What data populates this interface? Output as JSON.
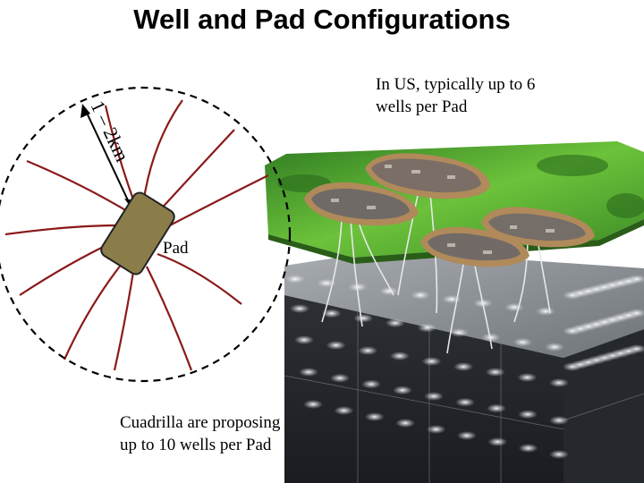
{
  "title": "Well and Pad Configurations",
  "notes": {
    "us_line1": "In US, typically up to 6",
    "us_line2": "wells per Pad",
    "cuadrilla_line1": "Cuadrilla are proposing",
    "cuadrilla_line2": "up to 10 wells per Pad"
  },
  "labels": {
    "distance": "1 – 2km",
    "pad": "Pad"
  },
  "colors": {
    "well_path": "#8b1a1a",
    "pad_fill": "#8b7d4a",
    "ground_green": "#4f9a2a",
    "shale_block": "#3a3d42",
    "boundary": "#000000"
  },
  "icons": [
    "dashed-boundary-circle",
    "radius-arrow",
    "pad-rectangle",
    "well-path-lines",
    "pad-island"
  ]
}
